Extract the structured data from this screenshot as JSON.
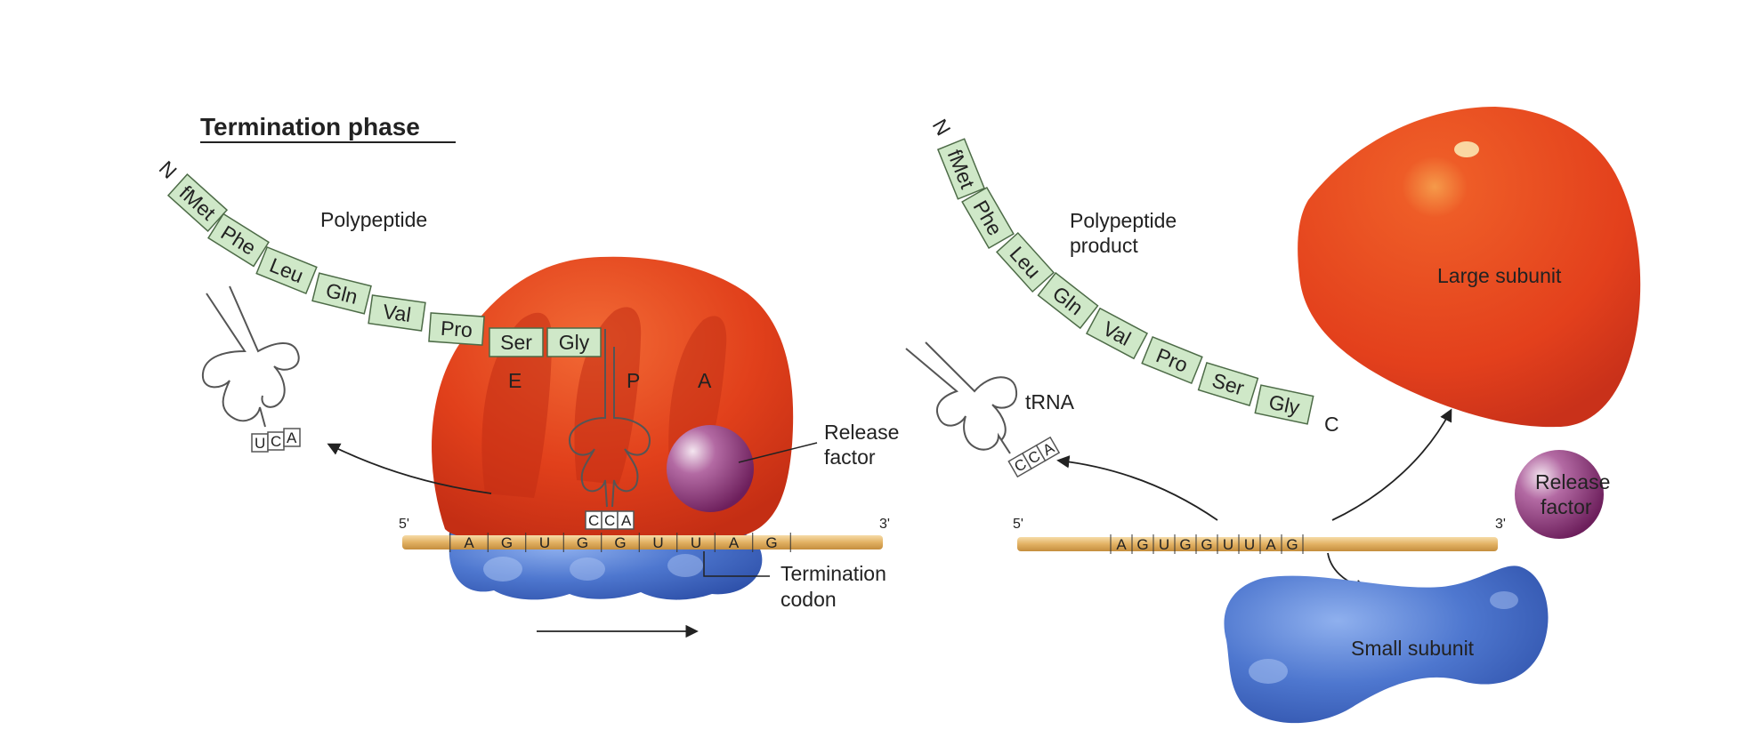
{
  "title": "Termination phase",
  "left": {
    "n_terminus": "N",
    "polypeptide_label": "Polypeptide",
    "amino_acids": [
      "fMet",
      "Phe",
      "Leu",
      "Gln",
      "Val",
      "Pro",
      "Ser",
      "Gly"
    ],
    "site_labels": [
      "E",
      "P",
      "A"
    ],
    "anticodon_exiting": "UCA",
    "anticodon_bound": "CCA",
    "release_factor_label": [
      "Release",
      "factor"
    ],
    "mrna_5": "5'",
    "mrna_3": "3'",
    "mrna_bases": [
      "A",
      "G",
      "U",
      "G",
      "G",
      "U",
      "U",
      "A",
      "G"
    ],
    "termination_codon_label": [
      "Termination",
      "codon"
    ]
  },
  "right": {
    "n_terminus": "N",
    "c_terminus": "C",
    "polypeptide_label": [
      "Polypeptide",
      "product"
    ],
    "amino_acids": [
      "fMet",
      "Phe",
      "Leu",
      "Gln",
      "Val",
      "Pro",
      "Ser",
      "Gly"
    ],
    "trna_label": "tRNA",
    "anticodon": "CCA",
    "mrna_5": "5'",
    "mrna_3": "3'",
    "mrna_bases": [
      "A",
      "G",
      "U",
      "G",
      "G",
      "U",
      "U",
      "A",
      "G"
    ],
    "large_subunit_label": "Large subunit",
    "small_subunit_label": "Small subunit",
    "release_factor_label": [
      "Release",
      "factor"
    ]
  },
  "colors": {
    "ribosome_large": "#e8421e",
    "ribosome_small": "#4a72c8",
    "release_factor": "#8e2f7a",
    "amino_acid_box": "#cfe8c8",
    "mrna": "#e6b76a"
  }
}
